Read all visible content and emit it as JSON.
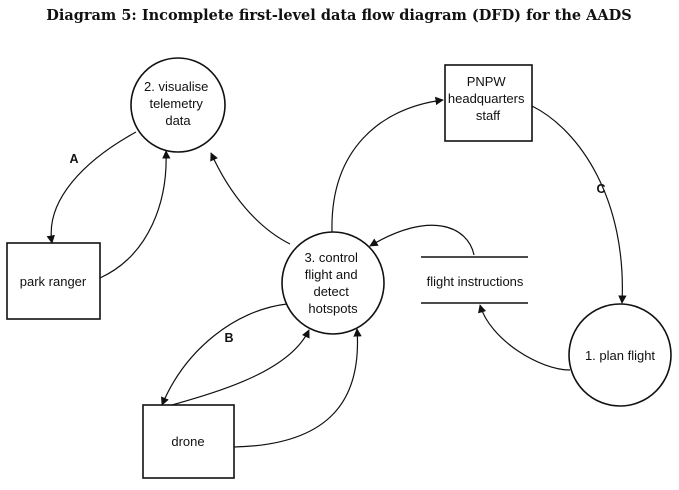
{
  "title": "Diagram 5: Incomplete first-level data flow diagram (DFD) for the AADS",
  "processes": {
    "visualise": [
      "2. visualise",
      "telemetry",
      "data"
    ],
    "control": [
      "3. control",
      "flight and",
      "detect",
      "hotspots"
    ],
    "plan": [
      "1. plan flight"
    ]
  },
  "entities": {
    "pnpw": [
      "PNPW",
      "headquarters",
      "staff"
    ],
    "ranger": [
      "park ranger"
    ],
    "drone": [
      "drone"
    ]
  },
  "store": [
    "flight instructions"
  ],
  "flow_labels": {
    "a": "A",
    "b": "B",
    "c": "C"
  }
}
